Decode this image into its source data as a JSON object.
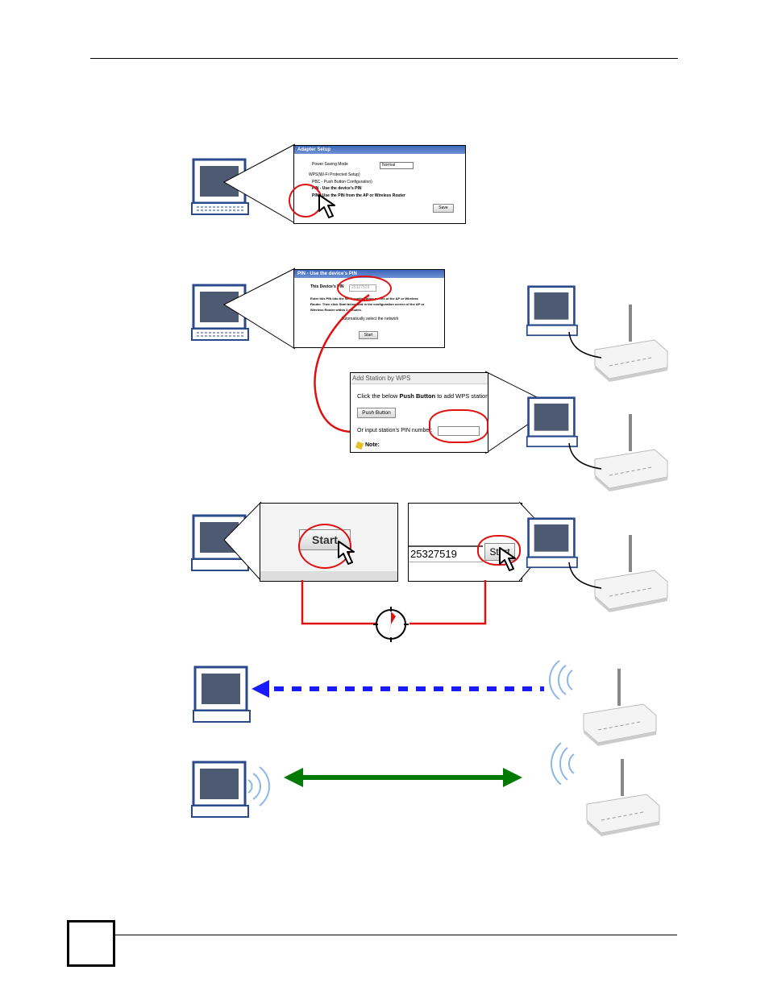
{
  "page": {
    "page_number": ""
  },
  "step1": {
    "title": "Adapter Setup",
    "power_saving_label": "Power Saving Mode",
    "power_saving_value": "Normal",
    "wps_checkbox": "WPS(Wi-Fi Protected Setup)",
    "option_pbc": "PBC - Push Button Configuration)",
    "option_pin_device": "PIN - Use the device's PIN",
    "option_pin_ap": "PIN - Use the PIN from the AP or Wireless Router",
    "save_label": "Save"
  },
  "step2": {
    "title": "PIN - Use the device's PIN",
    "device_pin_label": "This Device's PIN",
    "device_pin_value": "25327519",
    "instructions_1": "Enter this PIN into the WPS configuration screen of the AP or Wireless",
    "instructions_2": "Router. Then click Start below and in the configuration screen of the AP or",
    "instructions_3": "Wireless Router within 2 minutes.",
    "auto_select": "Automatically select the network",
    "start_label": "Start"
  },
  "step2b": {
    "title": "Add Station by WPS",
    "instruction_prefix": "Click the below ",
    "instruction_bold": "Push Button",
    "instruction_suffix": " to add WPS stations",
    "push_button_label": "Push Button",
    "pin_input_label": "Or input station's PIN number:",
    "note_label": "Note:"
  },
  "step3": {
    "start_left": "Start",
    "pin_value": "25327519",
    "start_right": "Start"
  },
  "colors": {
    "red": "#e01010",
    "blue": "#1a1aff",
    "green": "#007a00",
    "accent": "#3b67b8"
  }
}
